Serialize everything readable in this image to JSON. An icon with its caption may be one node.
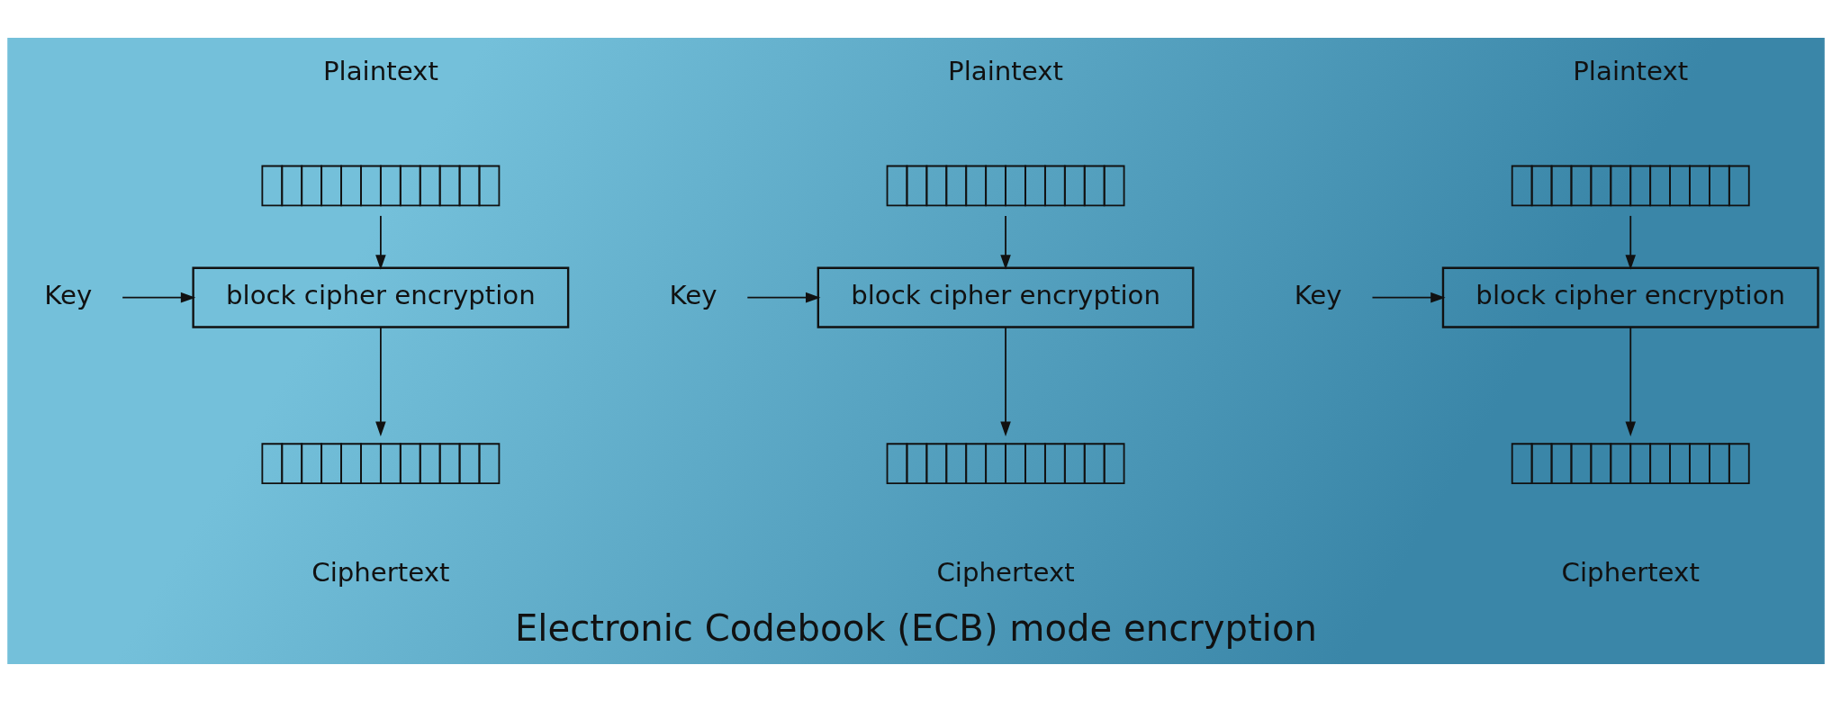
{
  "diagram": {
    "caption": "Electronic Codebook (ECB) mode encryption",
    "nodes": [
      {
        "text": [],
        "shape": "bar",
        "beside": [
          "Plaintext"
        ]
      },
      {
        "text": [
          "Key"
        ]
      },
      {
        "text": [
          "block cipher encryption"
        ]
      },
      {
        "text": [],
        "shape": "bar",
        "beside": [
          "Ciphertext"
        ]
      },
      {
        "text": [],
        "shape": "bar",
        "beside": [
          "Plaintext"
        ]
      },
      {
        "text": [
          "Key"
        ]
      },
      {
        "text": [
          "block cipher encryption"
        ]
      },
      {
        "text": [],
        "shape": "bar",
        "beside": [
          "Ciphertext"
        ]
      },
      {
        "text": [],
        "shape": "bar",
        "beside": [
          "Plaintext"
        ]
      },
      {
        "text": [
          "Key"
        ]
      },
      {
        "text": [
          "block cipher encryption"
        ]
      },
      {
        "text": [],
        "shape": "bar",
        "beside": [
          "Ciphertext"
        ]
      }
    ],
    "edges": [
      {
        "from": 0,
        "to": 2,
        "arrow": "to"
      },
      {
        "from": 1,
        "to": 2,
        "arrow": "to"
      },
      {
        "from": 2,
        "to": 3,
        "arrow": "to"
      },
      {
        "from": 4,
        "to": 6,
        "arrow": "to"
      },
      {
        "from": 5,
        "to": 6,
        "arrow": "to"
      },
      {
        "from": 6,
        "to": 7,
        "arrow": "to"
      },
      {
        "from": 8,
        "to": 10,
        "arrow": "to"
      },
      {
        "from": 9,
        "to": 10,
        "arrow": "to"
      },
      {
        "from": 10,
        "to": 11,
        "arrow": "to"
      }
    ]
  }
}
